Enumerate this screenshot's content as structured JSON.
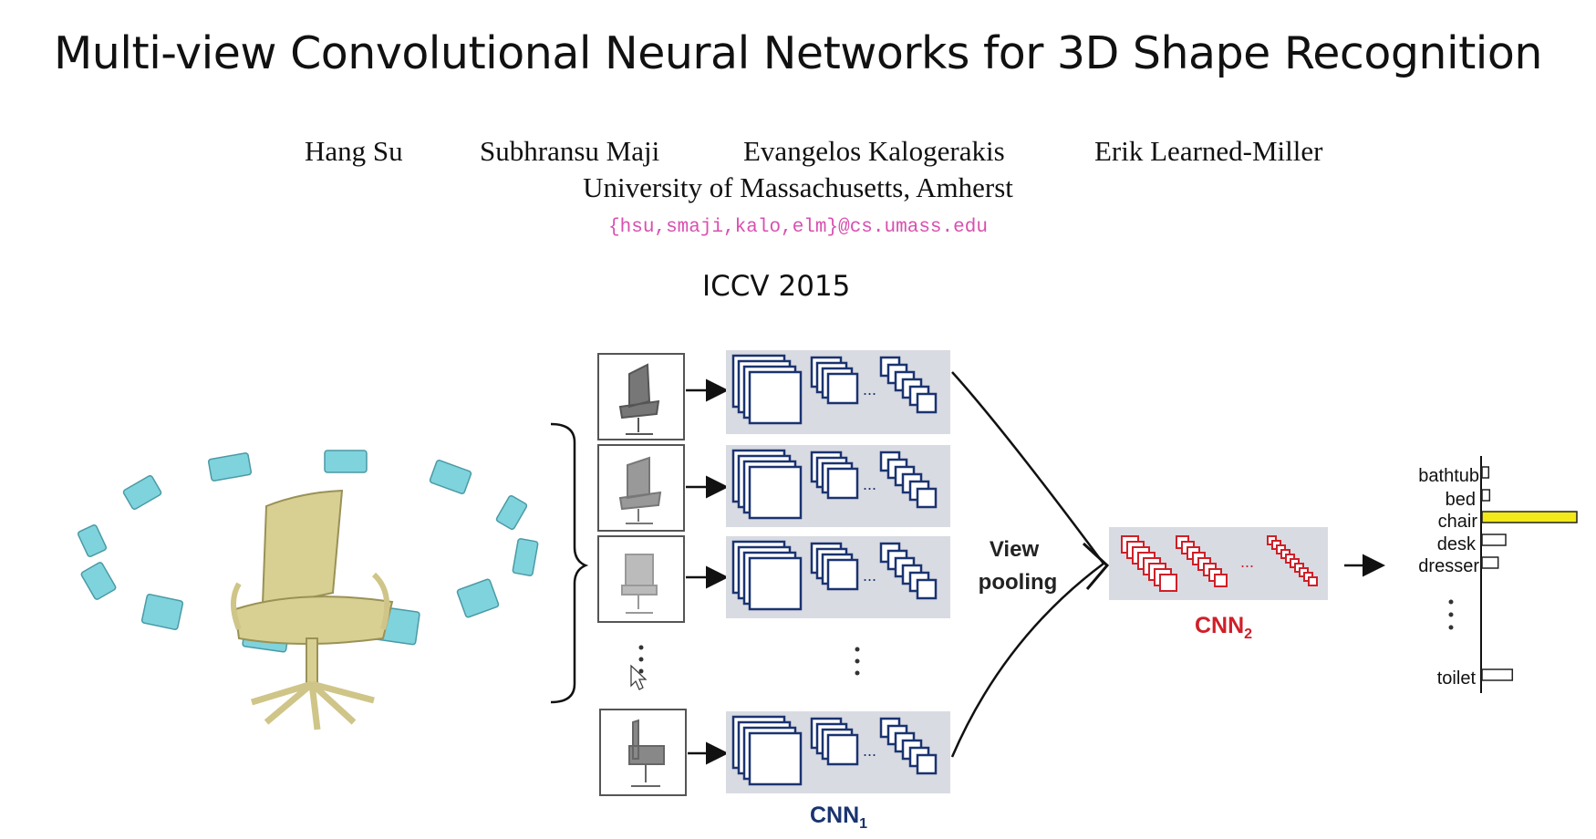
{
  "title": "Multi-view Convolutional Neural Networks for 3D Shape Recognition",
  "authors": [
    "Hang Su",
    "Subhransu Maji",
    "Evangelos Kalogerakis",
    "Erik Learned-Miller"
  ],
  "affiliation": "University of Massachusetts, Amherst",
  "email": "{hsu,smaji,kalo,elm}@cs.umass.edu",
  "venue": "ICCV 2015",
  "figure": {
    "view_pooling_line1": "View",
    "view_pooling_line2": "pooling",
    "cnn1_label": "CNN",
    "cnn1_sub": "1",
    "cnn2_label": "CNN",
    "cnn2_sub": "2",
    "ellipsis": "...",
    "classes": [
      "bathtub",
      "bed",
      "chair",
      "desk",
      "dresser",
      "toilet"
    ],
    "class_scores": [
      0.07,
      0.08,
      1.0,
      0.25,
      0.17,
      0.32
    ],
    "highlight_color": "#f2e81a",
    "cnn1_color": "#1a3370",
    "cnn2_color": "#d01f28",
    "camera_color": "#7fd3dc",
    "chair_color": "#d8cf92"
  }
}
